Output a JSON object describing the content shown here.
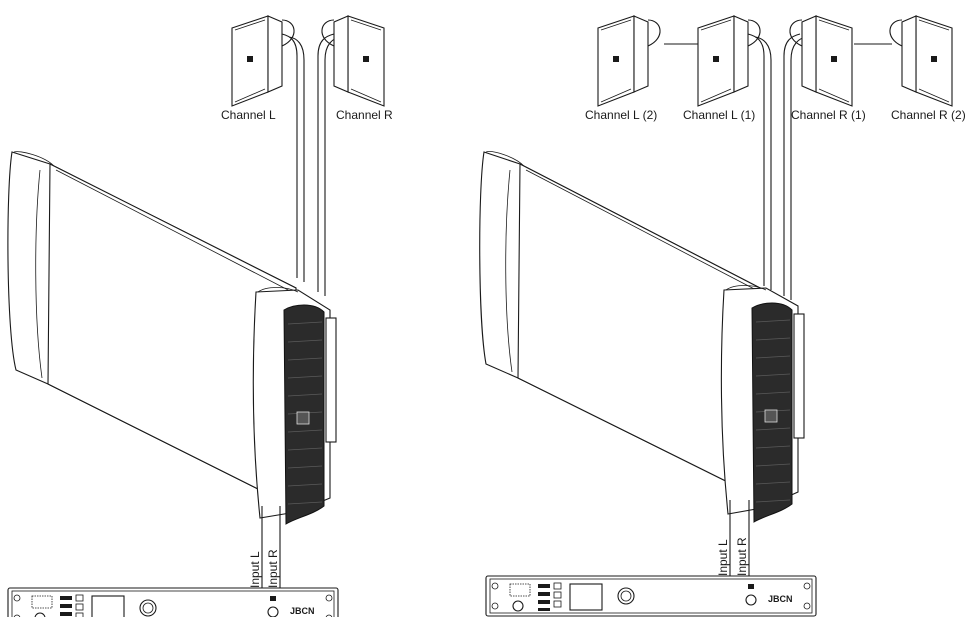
{
  "left_setup": {
    "speakers": [
      {
        "label": "Channel L"
      },
      {
        "label": "Channel R"
      }
    ],
    "inputs": [
      "Input L",
      "Input R"
    ]
  },
  "right_setup": {
    "speakers": [
      {
        "label": "Channel L (2)"
      },
      {
        "label": "Channel L (1)"
      },
      {
        "label": "Channel R (1)"
      },
      {
        "label": "Channel R (2)"
      }
    ],
    "inputs": [
      "Input L",
      "Input R"
    ]
  },
  "processor_brand": "JBCN"
}
